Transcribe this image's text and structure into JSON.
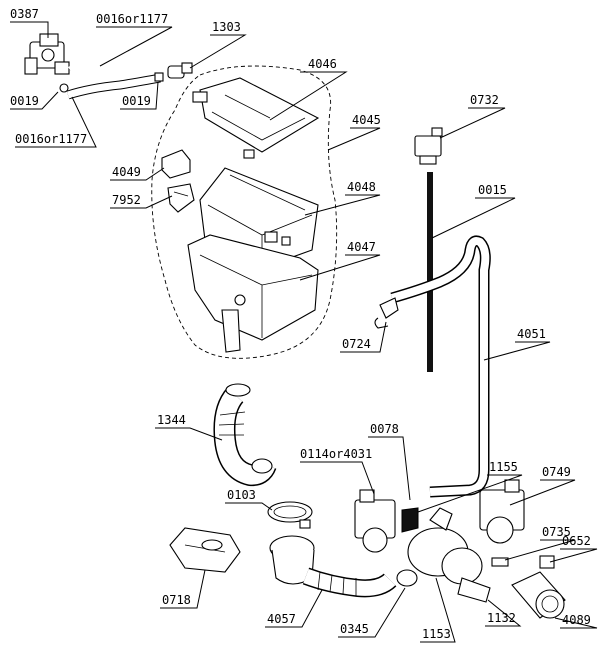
{
  "parts": {
    "p0387": "0387",
    "p0016a": "0016or1177",
    "p1303": "1303",
    "p0019a": "0019",
    "p0019b": "0019",
    "p0016b": "0016or1177",
    "p4046": "4046",
    "p4045": "4045",
    "p0732": "0732",
    "p4049": "4049",
    "p7952": "7952",
    "p4048": "4048",
    "p0015": "0015",
    "p4047": "4047",
    "p4051": "4051",
    "p0724": "0724",
    "p1344": "1344",
    "p0078": "0078",
    "p0114": "0114or4031",
    "p1155": "1155",
    "p0749": "0749",
    "p0103": "0103",
    "p0735": "0735",
    "p0652": "0652",
    "p0718": "0718",
    "p4057": "4057",
    "p0345": "0345",
    "p1153": "1153",
    "p1132": "1132",
    "p4089": "4089"
  }
}
